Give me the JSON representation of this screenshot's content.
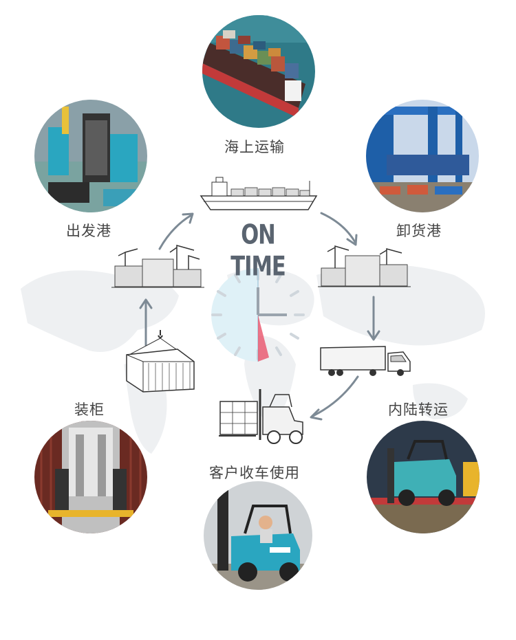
{
  "title": "ON TIME",
  "steps": {
    "sea": "海上运输",
    "departure": "出发港",
    "unload": "卸货港",
    "loading": "装柜",
    "inland": "内陆转运",
    "customer": "客户收车使用"
  },
  "colors": {
    "teal": "#2aa6c0",
    "text": "#444444",
    "title": "#5a6470",
    "clock_red": "#e8536a"
  }
}
